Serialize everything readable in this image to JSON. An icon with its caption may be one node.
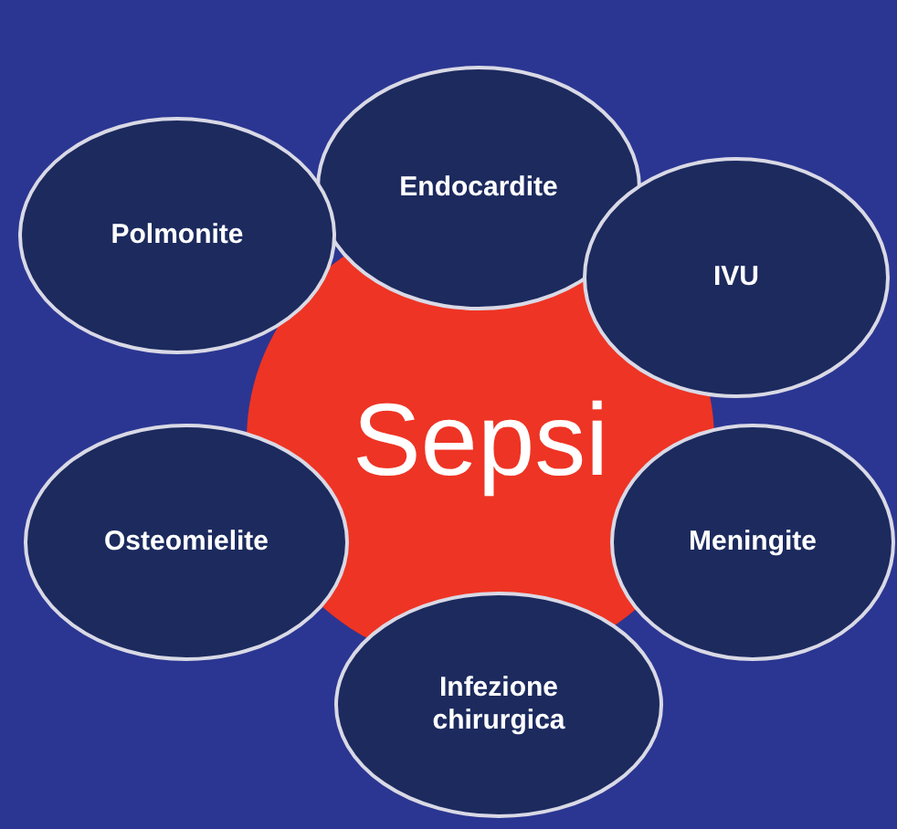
{
  "diagram": {
    "nodes": [
      {
        "text": [
          "Endocardite"
        ]
      },
      {
        "text": [
          "Polmonite"
        ]
      },
      {
        "text": [
          "IVU"
        ]
      },
      {
        "text": [
          "Sepsi"
        ]
      },
      {
        "text": [
          "Osteomielite"
        ]
      },
      {
        "text": [
          "Meningite"
        ]
      },
      {
        "text": [
          "Infezione chirurgica"
        ]
      }
    ]
  }
}
